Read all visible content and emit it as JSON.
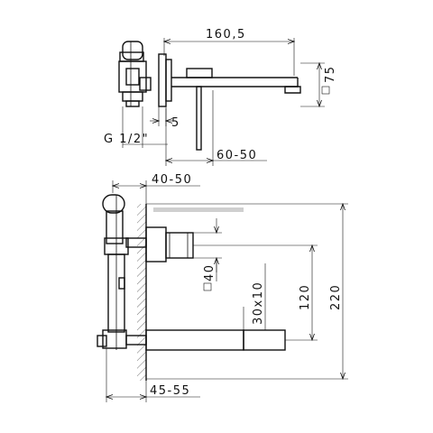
{
  "labels": {
    "top_spout_length": "160,5",
    "top_square_75": "75",
    "top_offset_5": "5",
    "top_thread": "G 1/2\"",
    "top_depth": "60-50",
    "front_top_depth": "40-50",
    "front_square_40": "40",
    "front_spout_30x10": "30x10",
    "front_height_120": "120",
    "front_height_220": "220",
    "front_bottom_depth": "45-55"
  }
}
